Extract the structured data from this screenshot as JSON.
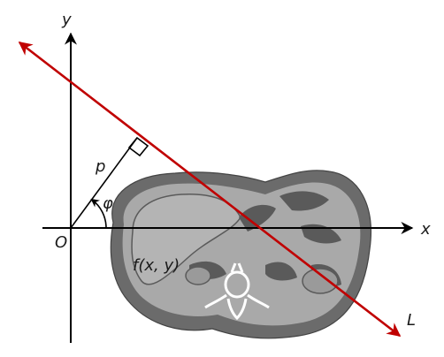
{
  "labels": {
    "y_axis": "y",
    "x_axis": "x",
    "origin": "O",
    "distance": "p",
    "angle": "φ",
    "function": "f(x, y)",
    "line": "L"
  },
  "colors": {
    "line_L": "#c00000",
    "axes": "#000000",
    "body_outer": "#6b6b6b",
    "body_inner": "#a9a9a9",
    "organs_dark": "#5a5a5a",
    "spine": "#ffffff"
  }
}
